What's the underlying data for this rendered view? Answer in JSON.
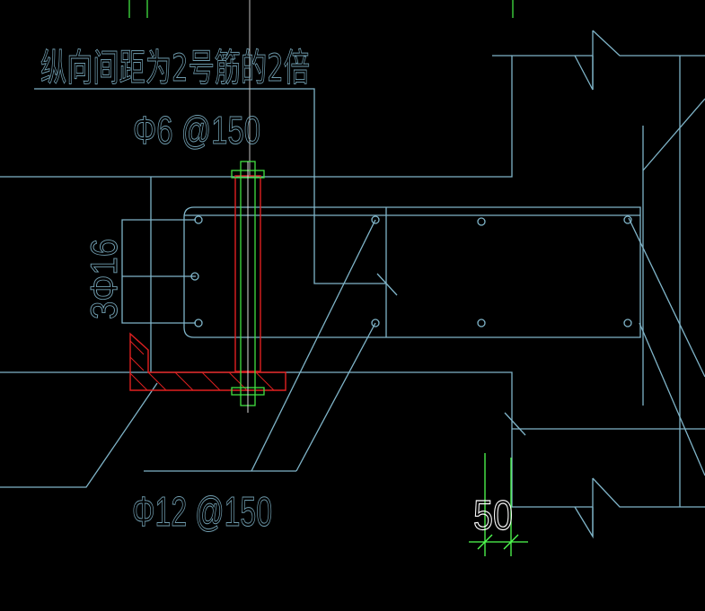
{
  "annotations": {
    "note": "纵向间距为2号筋的2倍",
    "stirrup": "Φ6 @150",
    "top_bars": "3Φ16",
    "bottom_bars": "Φ12 @150",
    "dimension": "50"
  },
  "colors": {
    "background": "#000000",
    "structure": "#7fb4c8",
    "text": "#6f9cae",
    "rebar_red": "#e02020",
    "bolt_green": "#40e040",
    "dimension_green": "#50ff50",
    "dimension_text": "#ffffff",
    "hatch": "#e02020"
  }
}
